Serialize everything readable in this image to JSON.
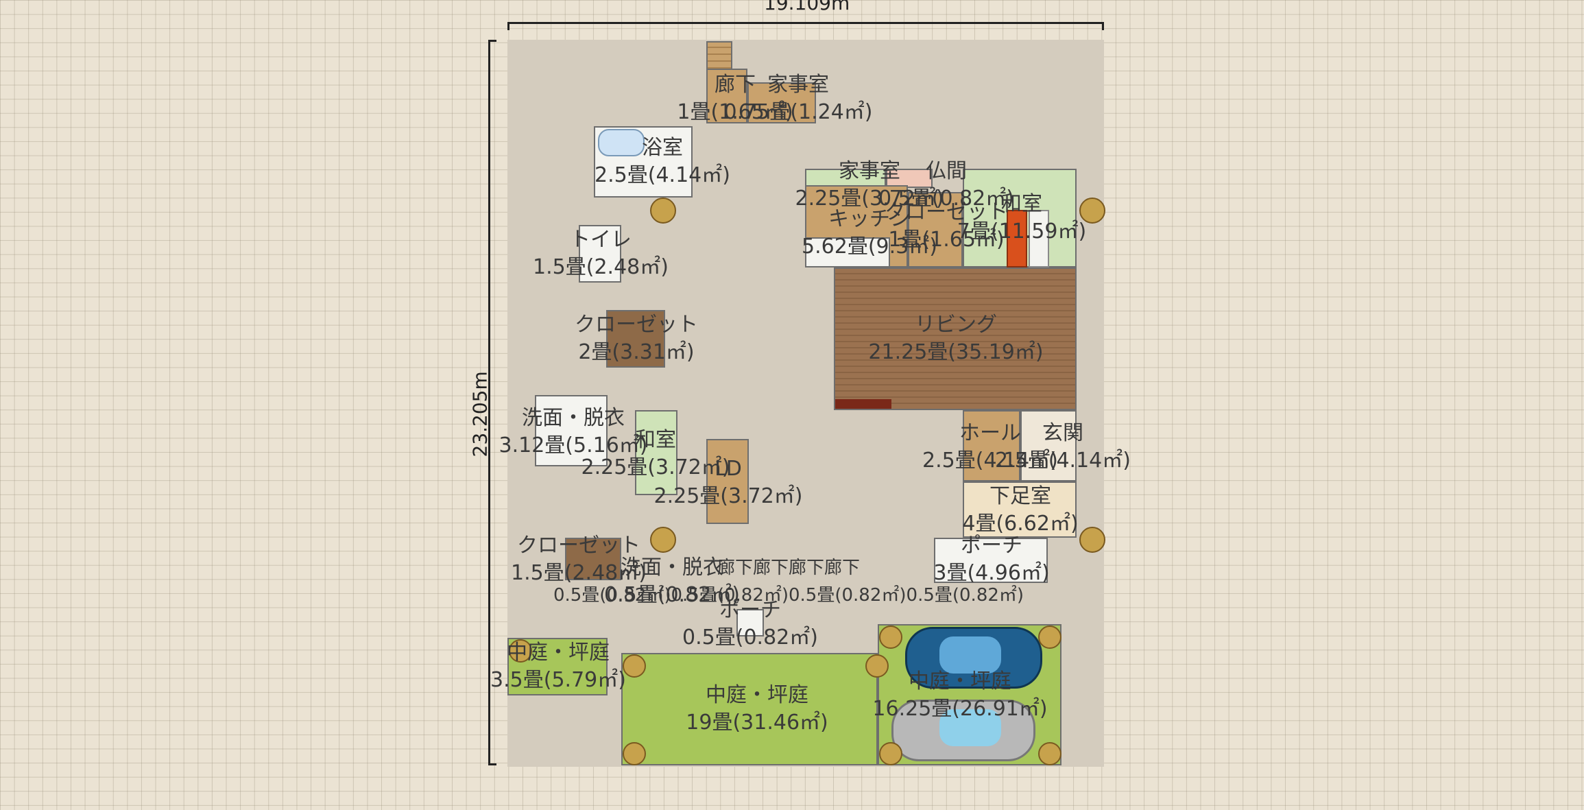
{
  "dimensions": {
    "width": "19.109m",
    "height": "23.205m"
  },
  "rooms": [
    {
      "key": "rouka_top",
      "name": "廊下",
      "area": "1畳(1.65㎡)"
    },
    {
      "key": "kajishitsu_top",
      "name": "家事室",
      "area": "0.75畳(1.24㎡)"
    },
    {
      "key": "yokushitsu",
      "name": "浴室",
      "area": "2.5畳(4.14㎡)"
    },
    {
      "key": "kajishitsu",
      "name": "家事室",
      "area": "2.25畳(3.72㎡)"
    },
    {
      "key": "butsuma",
      "name": "仏間",
      "area": "0.5畳(0.82㎡)"
    },
    {
      "key": "kitchen",
      "name": "キッチン",
      "area": "5.62畳(9.3㎡)"
    },
    {
      "key": "closet_kitchen",
      "name": "クローゼット",
      "area": "1畳(1.65㎡)"
    },
    {
      "key": "washitsu_top",
      "name": "和室",
      "area": "7畳(11.59㎡)"
    },
    {
      "key": "toilet",
      "name": "トイレ",
      "area": "1.5畳(2.48㎡)"
    },
    {
      "key": "closet_left",
      "name": "クローゼット",
      "area": "2畳(3.31㎡)"
    },
    {
      "key": "living",
      "name": "リビング",
      "area": "21.25畳(35.19㎡)"
    },
    {
      "key": "senmen_top",
      "name": "洗面・脱衣",
      "area": "3.12畳(5.16㎡)"
    },
    {
      "key": "washitsu_small",
      "name": "和室",
      "area": "2.25畳(3.72㎡)"
    },
    {
      "key": "ld",
      "name": "LD",
      "area": "2.25畳(3.72㎡)"
    },
    {
      "key": "hall",
      "name": "ホール",
      "area": "2.5畳(4.14㎡)"
    },
    {
      "key": "genkan",
      "name": "玄関",
      "area": "2.5畳(4.14㎡)"
    },
    {
      "key": "gesokushitsu",
      "name": "下足室",
      "area": "4畳(6.62㎡)"
    },
    {
      "key": "porch_right",
      "name": "ポーチ",
      "area": "3畳(4.96㎡)"
    },
    {
      "key": "closet_bottom",
      "name": "クローゼット",
      "area": "1.5畳(2.48㎡)"
    },
    {
      "key": "senmen_bottom",
      "name": "洗面・脱衣",
      "area": "0.5畳(0.82㎡)"
    },
    {
      "key": "rouka_row",
      "name": "廊下廊下廊下廊下",
      "area": "0.5畳(0.82㎡)0.5畳(0.82㎡)0.5畳(0.82㎡)0.5畳(0.82㎡)"
    },
    {
      "key": "porch_small",
      "name": "ポーチ",
      "area": "0.5畳(0.82㎡)"
    },
    {
      "key": "nakaniwa_left",
      "name": "中庭・坪庭",
      "area": "3.5畳(5.79㎡)"
    },
    {
      "key": "nakaniwa_center",
      "name": "中庭・坪庭",
      "area": "19畳(31.46㎡)"
    },
    {
      "key": "nakaniwa_right",
      "name": "中庭・坪庭",
      "area": "16.25畳(26.91㎡)"
    }
  ],
  "colors": {
    "background": "#ebe3d3",
    "site": "#d3cbbd",
    "wall": "#6e6e6e",
    "wood_floor": "#9b7250",
    "light_wood": "#c9a26d",
    "tile": "#f4f4f0",
    "tatami": "#cfe3b8",
    "lawn": "#a7c65a",
    "dark_floor": "#8e6a48",
    "plant": "#c7a24c",
    "car_blue": "#1f5f8f",
    "car_silver": "#b8b8b8"
  }
}
